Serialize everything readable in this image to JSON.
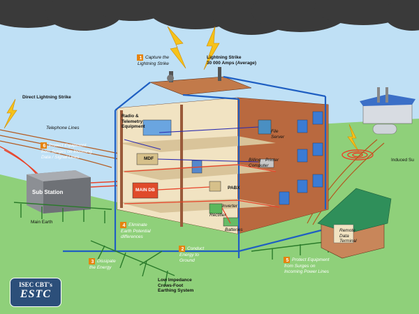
{
  "labels": {
    "step1_num": "1",
    "step1": "Capture the\nLightning Strike",
    "strike_big": "Lightning Strike\n30 000 Amps (Average)",
    "direct_strike": "Direct Lightning Strike",
    "telephone_lines": "Telephone Lines",
    "step6_num": "6",
    "step6": "Protect Equipment\nfrom Surges on Incoming\nData / Signal Lines",
    "radio": "Radio &\nTelemetry\nEquipment",
    "file_server": "File\nServer",
    "mdf": "MDF",
    "billing": "Billing\nComputer",
    "printer": "Printer",
    "main_db": "MAIN DB",
    "pabx": "PABX",
    "inverter": "Inverter",
    "rectifier": "Rectifier",
    "batteries": "Batteries",
    "sub_station": "Sub Station",
    "main_earth": "Main Earth",
    "induced_surge": "Induced Su",
    "step4_num": "4",
    "step4": "Eliminate\nEarth Potential\ndifferences",
    "step2_num": "2",
    "step2": "Conduct\nEnergy to\nGround",
    "step3_num": "3",
    "step3": "Dissipate\nthe Energy",
    "step5_num": "5",
    "step5": "Protect Equipment\nfrom Surges on\nIncoming Power Lines",
    "earthing": "Low Impedance\nCrows-Foot\nEarthing System",
    "remote": "Remote\nData\nTerminal"
  },
  "logo": {
    "line1": "ISEC CBT's",
    "line2": "ESTC"
  },
  "colors": {
    "sky": "#bfe0f5",
    "grass": "#8fd07a",
    "cloud": "#3a3a3a",
    "brick": "#a45a38",
    "conductor": "#1f5fc2",
    "surge": "#e8442a",
    "bolt": "#f6c21a",
    "earth": "#2a7a2a",
    "step_badge": "#e5830e"
  }
}
